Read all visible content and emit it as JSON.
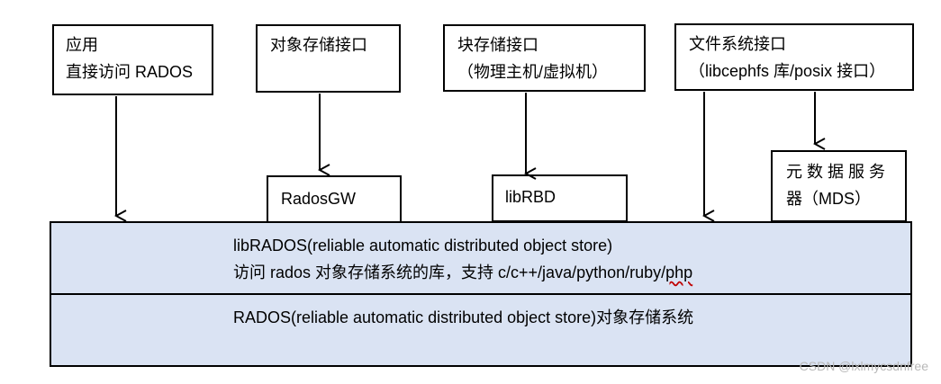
{
  "top_boxes": {
    "app": {
      "line1": "应用",
      "line2": "直接访问 RADOS"
    },
    "object_storage": {
      "line1": "对象存储接口"
    },
    "block_storage": {
      "line1": "块存储接口",
      "line2": "（物理主机/虚拟机）"
    },
    "file_system": {
      "line1": "文件系统接口",
      "line2": "（libcephfs 库/posix 接口）"
    }
  },
  "middle_boxes": {
    "radosgw": {
      "label": "RadosGW"
    },
    "librbd": {
      "label": "libRBD"
    },
    "mds": {
      "line1": "元 数 据 服 务",
      "line2": "器（MDS）"
    }
  },
  "librados_band": {
    "line1": "libRADOS(reliable automatic distributed object store)",
    "line2_prefix": "访问 rados 对象存储系统的库，支持 c/c++/java/python/ruby/",
    "line2_last": "php"
  },
  "rados_band": {
    "line1": "RADOS(reliable automatic distributed object store)对象存储系统"
  },
  "watermark": "CSDN @lxlmycsdnfree"
}
